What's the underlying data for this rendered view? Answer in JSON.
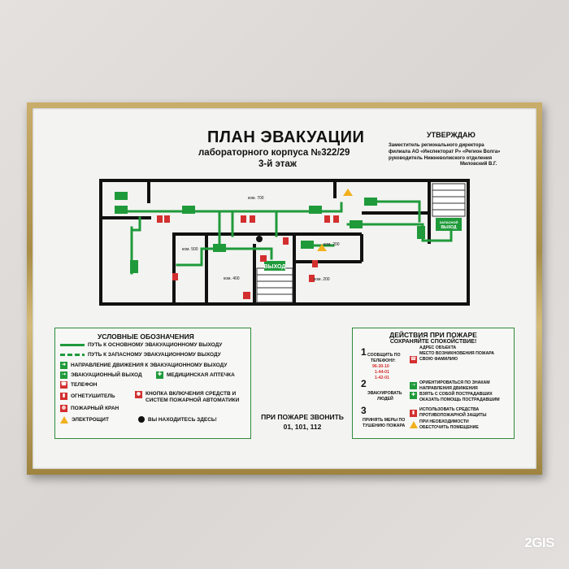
{
  "plan": {
    "title": "ПЛАН ЭВАКУАЦИИ",
    "subtitle": "лабораторного корпуса №322/29",
    "floor": "3-й этаж",
    "rooms": [
      "ком. 700",
      "ком. 500",
      "ком. 400",
      "ком. 200",
      "ком. 200"
    ],
    "exit_labels": [
      "ВЫХОД",
      "ЗАПАСНОЙ ВЫХОД"
    ]
  },
  "approval": {
    "title": "УТВЕРЖДАЮ",
    "lines": [
      "Заместитель регионального директора",
      "филиала АО «Инспекторат Р» «Регион Волга»",
      "руководитель Нижневолжского отделения",
      "Миловский В.Г."
    ]
  },
  "legend": {
    "title": "УСЛОВНЫЕ ОБОЗНАЧЕНИЯ",
    "items": [
      "ПУТЬ К ОСНОВНОМУ ЭВАКУАЦИОННОМУ ВЫХОДУ",
      "ПУТЬ К ЗАПАСНОМУ ЭВАКУАЦИОННОМУ ВЫХОДУ",
      "НАПРАВЛЕНИЕ ДВИЖЕНИЯ К ЭВАКУАЦИОННОМУ ВЫХОДУ",
      "ЭВАКУАЦИОННЫЙ ВЫХОД",
      "МЕДИЦИНСКАЯ АПТЕЧКА",
      "ТЕЛЕФОН",
      "ОГНЕТУШИТЕЛЬ",
      "КНОПКА ВКЛЮЧЕНИЯ СРЕДСТВ И",
      "СИСТЕМ ПОЖАРНОЙ АВТОМАТИКИ",
      "ПОЖАРНЫЙ КРАН",
      "ЭЛЕКТРОЩИТ",
      "ВЫ НАХОДИТЕСЬ ЗДЕСЬ!"
    ]
  },
  "call": {
    "line1": "ПРИ ПОЖАРЕ ЗВОНИТЬ",
    "line2": "01, 101, 112"
  },
  "actions": {
    "title": "ДЕЙСТВИЯ ПРИ ПОЖАРЕ",
    "subtitle": "СОХРАНЯЙТЕ СПОКОЙСТВИЕ!",
    "step1": {
      "num": "1",
      "label1": "СООБЩИТЬ ПО",
      "label2": "ТЕЛЕФОНУ:",
      "phones": [
        "96-30-10",
        "1-44-01",
        "1-42-01"
      ],
      "items": [
        "АДРЕС ОБЪЕКТА",
        "МЕСТО ВОЗНИКНОВЕНИЯ ПОЖАРА",
        "СВОЮ ФАМИЛИЮ"
      ]
    },
    "step2": {
      "num": "2",
      "label1": "ЭВАКУИРОВАТЬ",
      "label2": "ЛЮДЕЙ",
      "items": [
        "ОРИЕНТИРОВАТЬСЯ ПО ЗНАКАМ",
        "НАПРАВЛЕНИЯ ДВИЖЕНИЯ",
        "ВЗЯТЬ С СОБОЙ ПОСТРАДАВШИХ",
        "ОКАЗАТЬ ПОМОЩЬ ПОСТРАДАВШИМ"
      ]
    },
    "step3": {
      "num": "3",
      "label1": "ПРИНЯТЬ МЕРЫ ПО",
      "label2": "ТУШЕНИЮ ПОЖАРА",
      "items": [
        "ИСПОЛЬЗОВАТЬ СРЕДСТВА",
        "ПРОТИВОПОЖАРНОЙ ЗАЩИТЫ",
        "ПРИ НЕОБХОДИМОСТИ",
        "ОБЕСТОЧИТЬ ПОМЕЩЕНИЕ"
      ]
    }
  },
  "watermark": "2GIS",
  "colors": {
    "route": "#1f9a3a",
    "danger": "#d32f2f",
    "frame": "#b89a55"
  }
}
